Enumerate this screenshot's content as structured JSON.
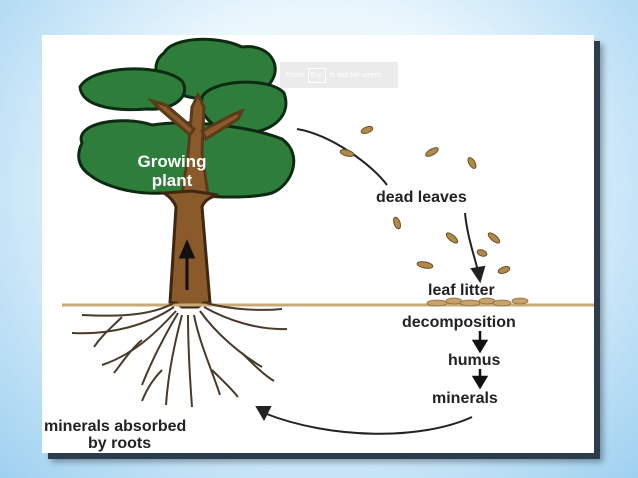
{
  "fullscreen_hint": {
    "prefix": "Press",
    "key": "Esc",
    "suffix": "to exit full screen"
  },
  "diagram": {
    "plant_label_line1": "Growing",
    "plant_label_line2": "plant",
    "dead_leaves": "dead leaves",
    "leaf_litter": "leaf litter",
    "decomposition": "decomposition",
    "humus": "humus",
    "minerals": "minerals",
    "absorbed_line1": "minerals absorbed",
    "absorbed_line2": "by roots"
  },
  "colors": {
    "foliage": "#2e7d3a",
    "trunk": "#8a5a2b",
    "leaf": "#b08a4a",
    "soil_line": "#c8a978",
    "background": "#b9def5"
  }
}
